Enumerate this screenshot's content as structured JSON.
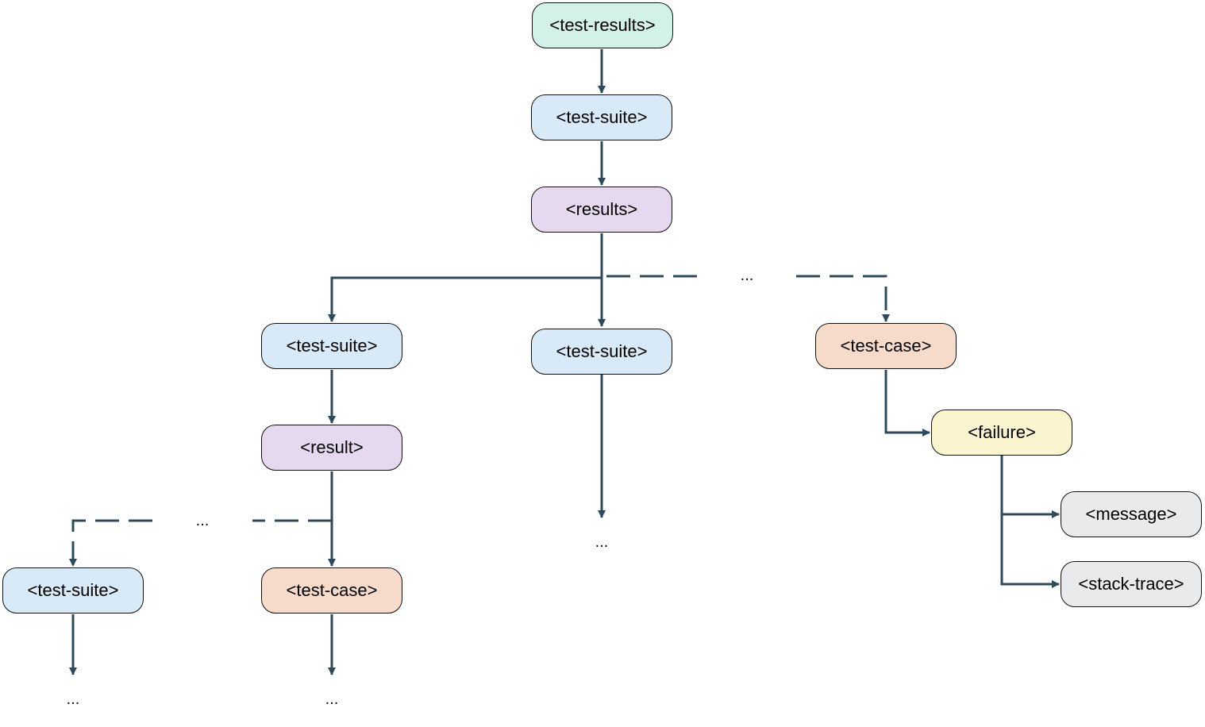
{
  "colors": {
    "edge": "#2e4a5a",
    "node_border": "#111111",
    "root": "#d2f1e8",
    "suite": "#d8e9f7",
    "results": "#e6d8ee",
    "case": "#f6dbca",
    "failure": "#fbf5cf",
    "leaf": "#e9eaec"
  },
  "nodes": {
    "root": "<test-results>",
    "suite_top": "<test-suite>",
    "results": "<results>",
    "suite_left": "<test-suite>",
    "suite_mid": "<test-suite>",
    "case_right": "<test-case>",
    "result": "<result>",
    "failure": "<failure>",
    "message": "<message>",
    "stack_trace": "<stack-trace>",
    "suite_bottom": "<test-suite>",
    "case_bottom": "<test-case>"
  },
  "ellipses": {
    "results_branch": "...",
    "result_branch": "...",
    "suite_mid_continue": "...",
    "suite_bottom_continue": "...",
    "case_bottom_continue": "..."
  }
}
